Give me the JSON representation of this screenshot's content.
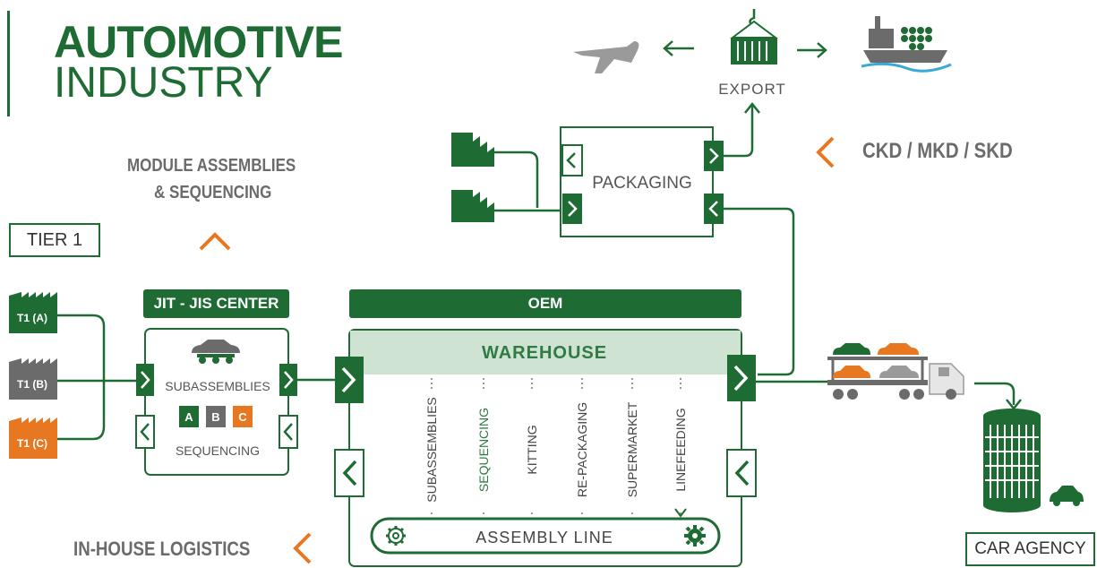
{
  "title": {
    "line1": "AUTOMOTIVE",
    "line2": "INDUSTRY"
  },
  "export": {
    "label": "EXPORT"
  },
  "ckd": {
    "label": "CKD / MKD / SKD"
  },
  "module": {
    "line1": "MODULE ASSEMBLIES",
    "line2": "& SEQUENCING"
  },
  "tier1": {
    "label": "TIER 1"
  },
  "suppliers": [
    "T1 (A)",
    "T1 (B)",
    "T1 (C)"
  ],
  "supplier_colors": [
    "#1e6b34",
    "#6b6b6b",
    "#e87722"
  ],
  "jit": {
    "header": "JIT - JIS CENTER",
    "subassemblies": "SUBASSEMBLIES",
    "sequencing": "SEQUENCING",
    "seq_badges": [
      "A",
      "B",
      "C"
    ]
  },
  "packaging": {
    "label": "PACKAGING"
  },
  "oem": {
    "header": "OEM",
    "warehouse": "WAREHOUSE",
    "processes": [
      "SUBASSEMBLIES",
      "SEQUENCING",
      "KITTING",
      "RE-PACKAGING",
      "SUPERMARKET",
      "LINEFEEDING"
    ],
    "assembly_line": "ASSEMBLY LINE"
  },
  "inhouse": {
    "label": "IN-HOUSE LOGISTICS"
  },
  "car_agency": {
    "label": "CAR AGENCY"
  },
  "colors": {
    "green": "#1e6b34",
    "light_green": "#cfe3d3",
    "grey": "#6b6b6b",
    "orange": "#e87722"
  },
  "icons": [
    "airplane-icon",
    "container-crane-icon",
    "cargo-ship-icon",
    "factory-icon",
    "car-icon",
    "truck-icon",
    "building-icon",
    "gear-icon"
  ]
}
